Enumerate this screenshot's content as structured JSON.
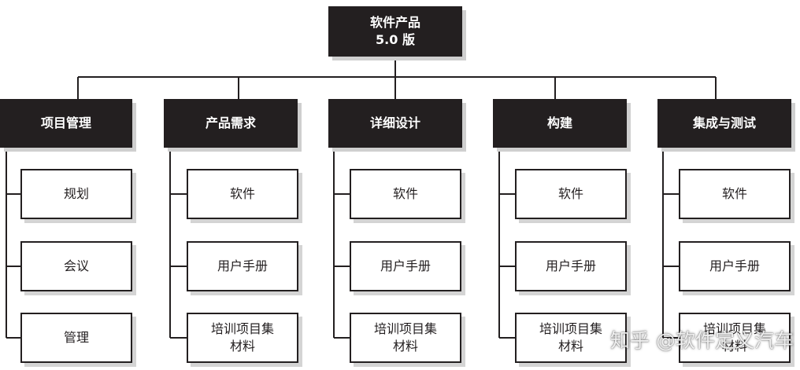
{
  "root": {
    "line1": "软件产品",
    "line2": "5.0 版"
  },
  "columns": [
    {
      "title": "项目管理",
      "items": [
        "规划",
        "会议",
        "管理"
      ]
    },
    {
      "title": "产品需求",
      "items": [
        "软件",
        "用户手册",
        "培训项目集\n材料"
      ]
    },
    {
      "title": "详细设计",
      "items": [
        "软件",
        "用户手册",
        "培训项目集\n材料"
      ]
    },
    {
      "title": "构建",
      "items": [
        "软件",
        "用户手册",
        "培训项目集\n材料"
      ]
    },
    {
      "title": "集成与测试",
      "items": [
        "软件",
        "用户手册",
        "培训项目集\n材料"
      ]
    }
  ],
  "watermark": "知乎 @软件定义汽车",
  "colors": {
    "dark": "#231f20",
    "shadow": "#cfcfcf",
    "background": "#ffffff"
  }
}
